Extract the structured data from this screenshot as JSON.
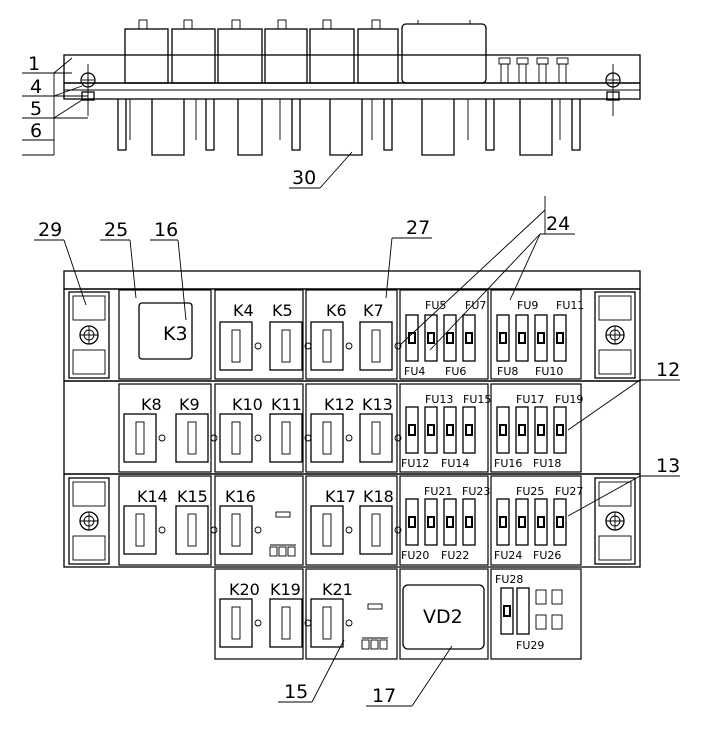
{
  "callouts": {
    "c1": "1",
    "c4": "4",
    "c5": "5",
    "c6": "6",
    "c30": "30",
    "c29": "29",
    "c25": "25",
    "c16": "16",
    "c27": "27",
    "c24": "24",
    "c12": "12",
    "c13": "13",
    "c15": "15",
    "c17": "17"
  },
  "relays": {
    "k3": "K3",
    "k4": "K4",
    "k5": "K5",
    "k6": "K6",
    "k7": "K7",
    "k8": "K8",
    "k9": "K9",
    "k10": "K10",
    "k11": "K11",
    "k12": "K12",
    "k13": "K13",
    "k14": "K14",
    "k15": "K15",
    "k16": "K16",
    "k17": "K17",
    "k18": "K18",
    "k20": "K20",
    "k19": "K19",
    "k21": "K21"
  },
  "diode": {
    "vd2": "VD2"
  },
  "fuses": {
    "fu4": "FU4",
    "fu5": "FU5",
    "fu6": "FU6",
    "fu7": "FU7",
    "fu8": "FU8",
    "fu9": "FU9",
    "fu10": "FU10",
    "fu11": "FU11",
    "fu12": "FU12",
    "fu13": "FU13",
    "fu14": "FU14",
    "fu15": "FU15",
    "fu16": "FU16",
    "fu17": "FU17",
    "fu18": "FU18",
    "fu19": "FU19",
    "fu20": "FU20",
    "fu21": "FU21",
    "fu22": "FU22",
    "fu23": "FU23",
    "fu24": "FU24",
    "fu25": "FU25",
    "fu26": "FU26",
    "fu27": "FU27",
    "fu28": "FU28",
    "fu29": "FU29"
  }
}
